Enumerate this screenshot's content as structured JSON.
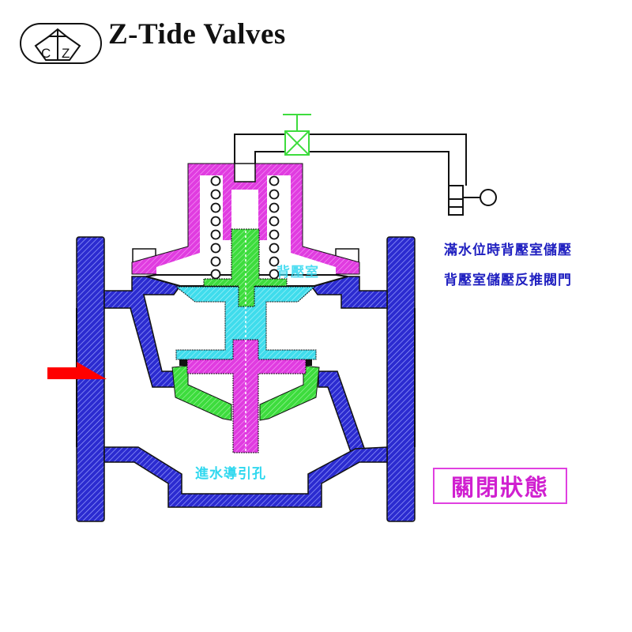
{
  "header": {
    "logo_text": "CTZ",
    "brand_name": "Z-Tide Valves"
  },
  "diagram": {
    "chamber_label": "背壓室",
    "inlet_hole_label": "進水導引孔",
    "notes": [
      "滿水位時背壓室儲壓",
      "背壓室儲壓反推閥門"
    ],
    "state_label": "關閉狀態",
    "colors": {
      "body": "#2b2bd0",
      "bonnet": "#e03ce0",
      "stem": "#3ddc3d",
      "disc": "#3fdcec",
      "flow_arrow": "#ff0000",
      "text_blue": "#2020c0",
      "text_magenta": "#d020d0"
    }
  }
}
